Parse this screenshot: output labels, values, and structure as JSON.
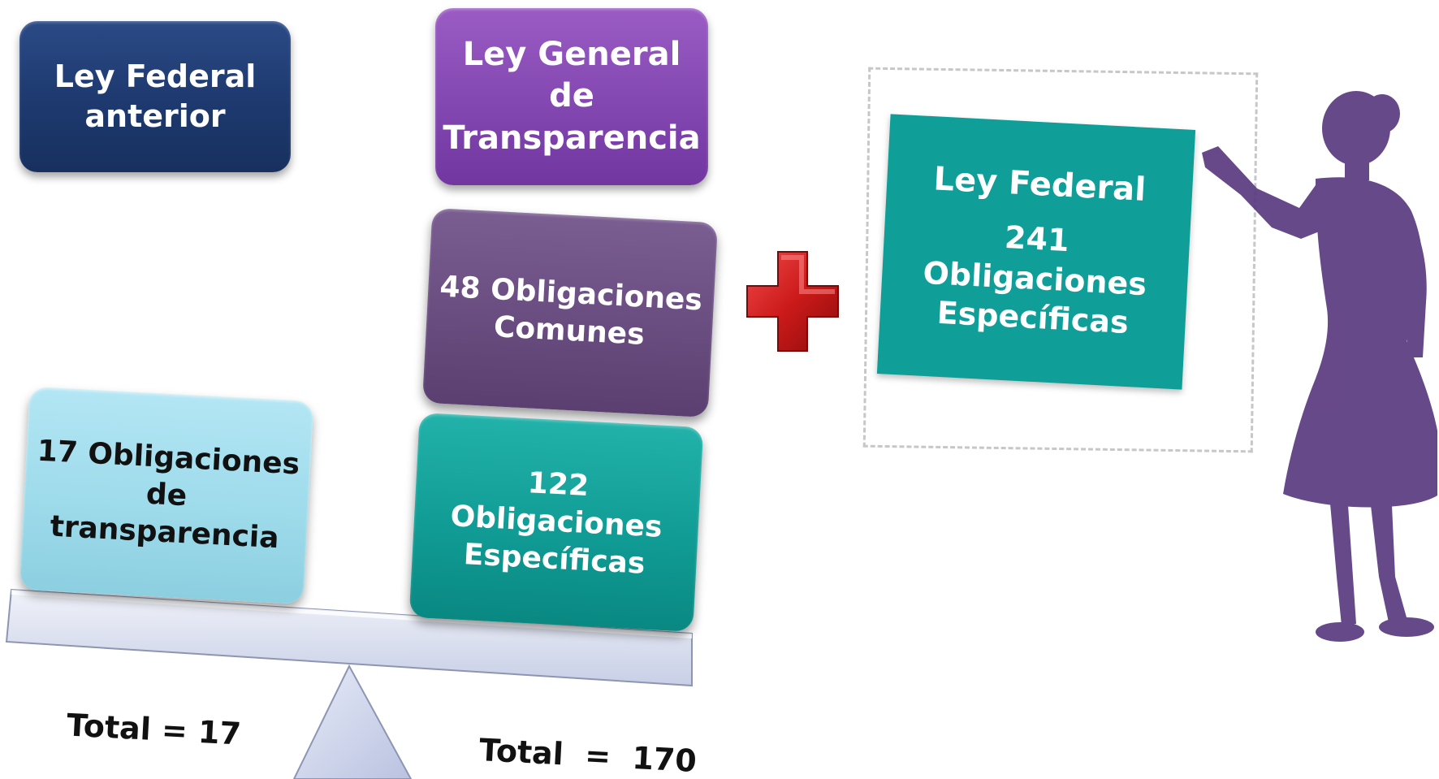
{
  "boxes": {
    "ley_anterior": [
      "Ley Federal",
      "anterior"
    ],
    "ley_general": [
      "Ley General",
      "de",
      "Transparencia"
    ],
    "obligaciones_comunes": [
      "48 Obligaciones",
      "Comunes"
    ],
    "obligaciones_especificas": [
      "122",
      "Obligaciones",
      "Específicas"
    ],
    "obligaciones_transparencia": [
      "17 Obligaciones",
      "de",
      "transparencia"
    ]
  },
  "board": {
    "title": "Ley Federal",
    "lines": [
      "241",
      "Obligaciones",
      "Específicas"
    ]
  },
  "totals": {
    "left": "Total = 17",
    "right": "Total  =  170"
  },
  "icons": {
    "plus": "plus-icon",
    "presenter": "woman-pointing-silhouette-icon",
    "scale": "balance-scale-icon"
  },
  "colors": {
    "navy": "#1e3a70",
    "purple": "#8347b1",
    "dark_purple": "#6a4d80",
    "teal": "#109c95",
    "light_blue": "#9edbeb",
    "red": "#cc1a1a",
    "silhouette": "#5a3a80"
  }
}
